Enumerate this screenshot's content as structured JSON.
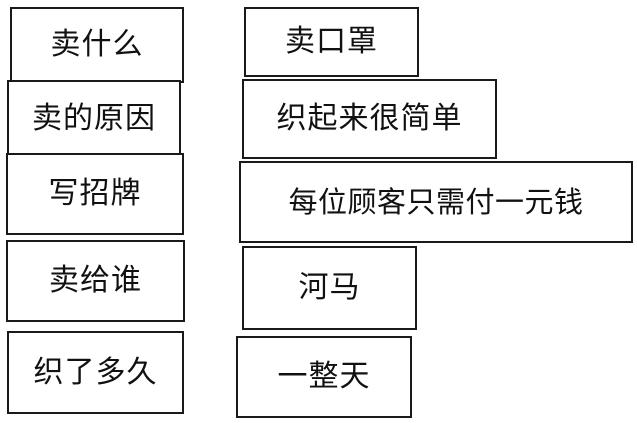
{
  "left_cards": [
    {
      "text": "卖什么"
    },
    {
      "text": "卖的原因"
    },
    {
      "text": "写招牌"
    },
    {
      "text": "卖给谁"
    },
    {
      "text": "织了多久"
    }
  ],
  "right_cards": [
    {
      "text": "卖口罩"
    },
    {
      "text": "织起来很简单"
    },
    {
      "text": "每位顾客只需付一元钱"
    },
    {
      "text": "河马"
    },
    {
      "text": "一整天"
    }
  ]
}
